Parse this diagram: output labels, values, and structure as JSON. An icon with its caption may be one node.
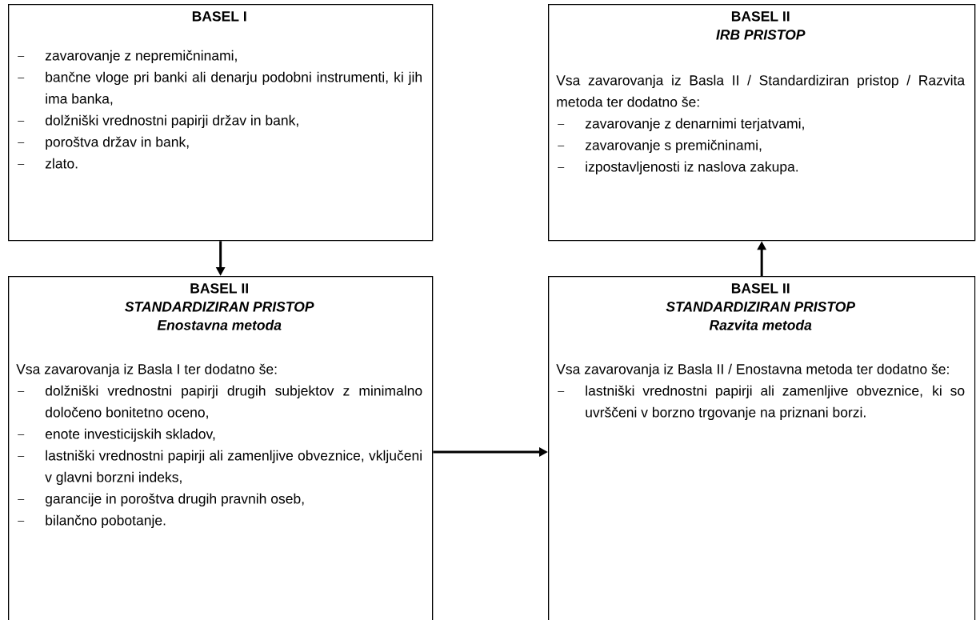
{
  "diagram": {
    "nodes": [
      {
        "text": [
          "BASEL I",
          "zavarovanje z nepremičninami,",
          "bančne vloge pri banki ali denarju podobni instrumenti, ki jih ima banka,",
          "dolžniški vrednostni papirji držav in bank,",
          "poroštva držav in bank,",
          "zlato."
        ]
      },
      {
        "text": [
          "BASEL II",
          "IRB PRISTOP",
          "Vsa zavarovanja iz Basla II / Standardiziran pristop / Razvita metoda ter dodatno še:",
          "zavarovanje z denarnimi terjatvami,",
          "zavarovanje s premičninami,",
          "izpostavljenosti iz naslova zakupa."
        ]
      },
      {
        "text": [
          "BASEL II",
          "STANDARDIZIRAN PRISTOP",
          "Enostavna metoda",
          "Vsa zavarovanja iz Basla I ter dodatno še:",
          "dolžniški vrednostni papirji drugih subjektov z minimalno določeno bonitetno oceno,",
          "enote investicijskih skladov,",
          "lastniški vrednostni papirji ali zamenljive obveznice, vključeni v glavni borzni indeks,",
          "garancije in poroštva drugih pravnih oseb,",
          "bilančno pobotanje."
        ]
      },
      {
        "text": [
          "BASEL II",
          "STANDARDIZIRAN PRISTOP",
          "Razvita metoda",
          "Vsa zavarovanja iz Basla II / Enostavna metoda ter dodatno še:",
          "lastniški vrednostni papirji ali zamenljive obveznice, ki so uvrščeni v borzno trgovanje na priznani borzi."
        ]
      }
    ],
    "edges": [
      {
        "from": 0,
        "to": 2,
        "arrow": "to"
      },
      {
        "from": 2,
        "to": 3,
        "arrow": "to"
      },
      {
        "from": 3,
        "to": 1,
        "arrow": "to"
      }
    ]
  }
}
